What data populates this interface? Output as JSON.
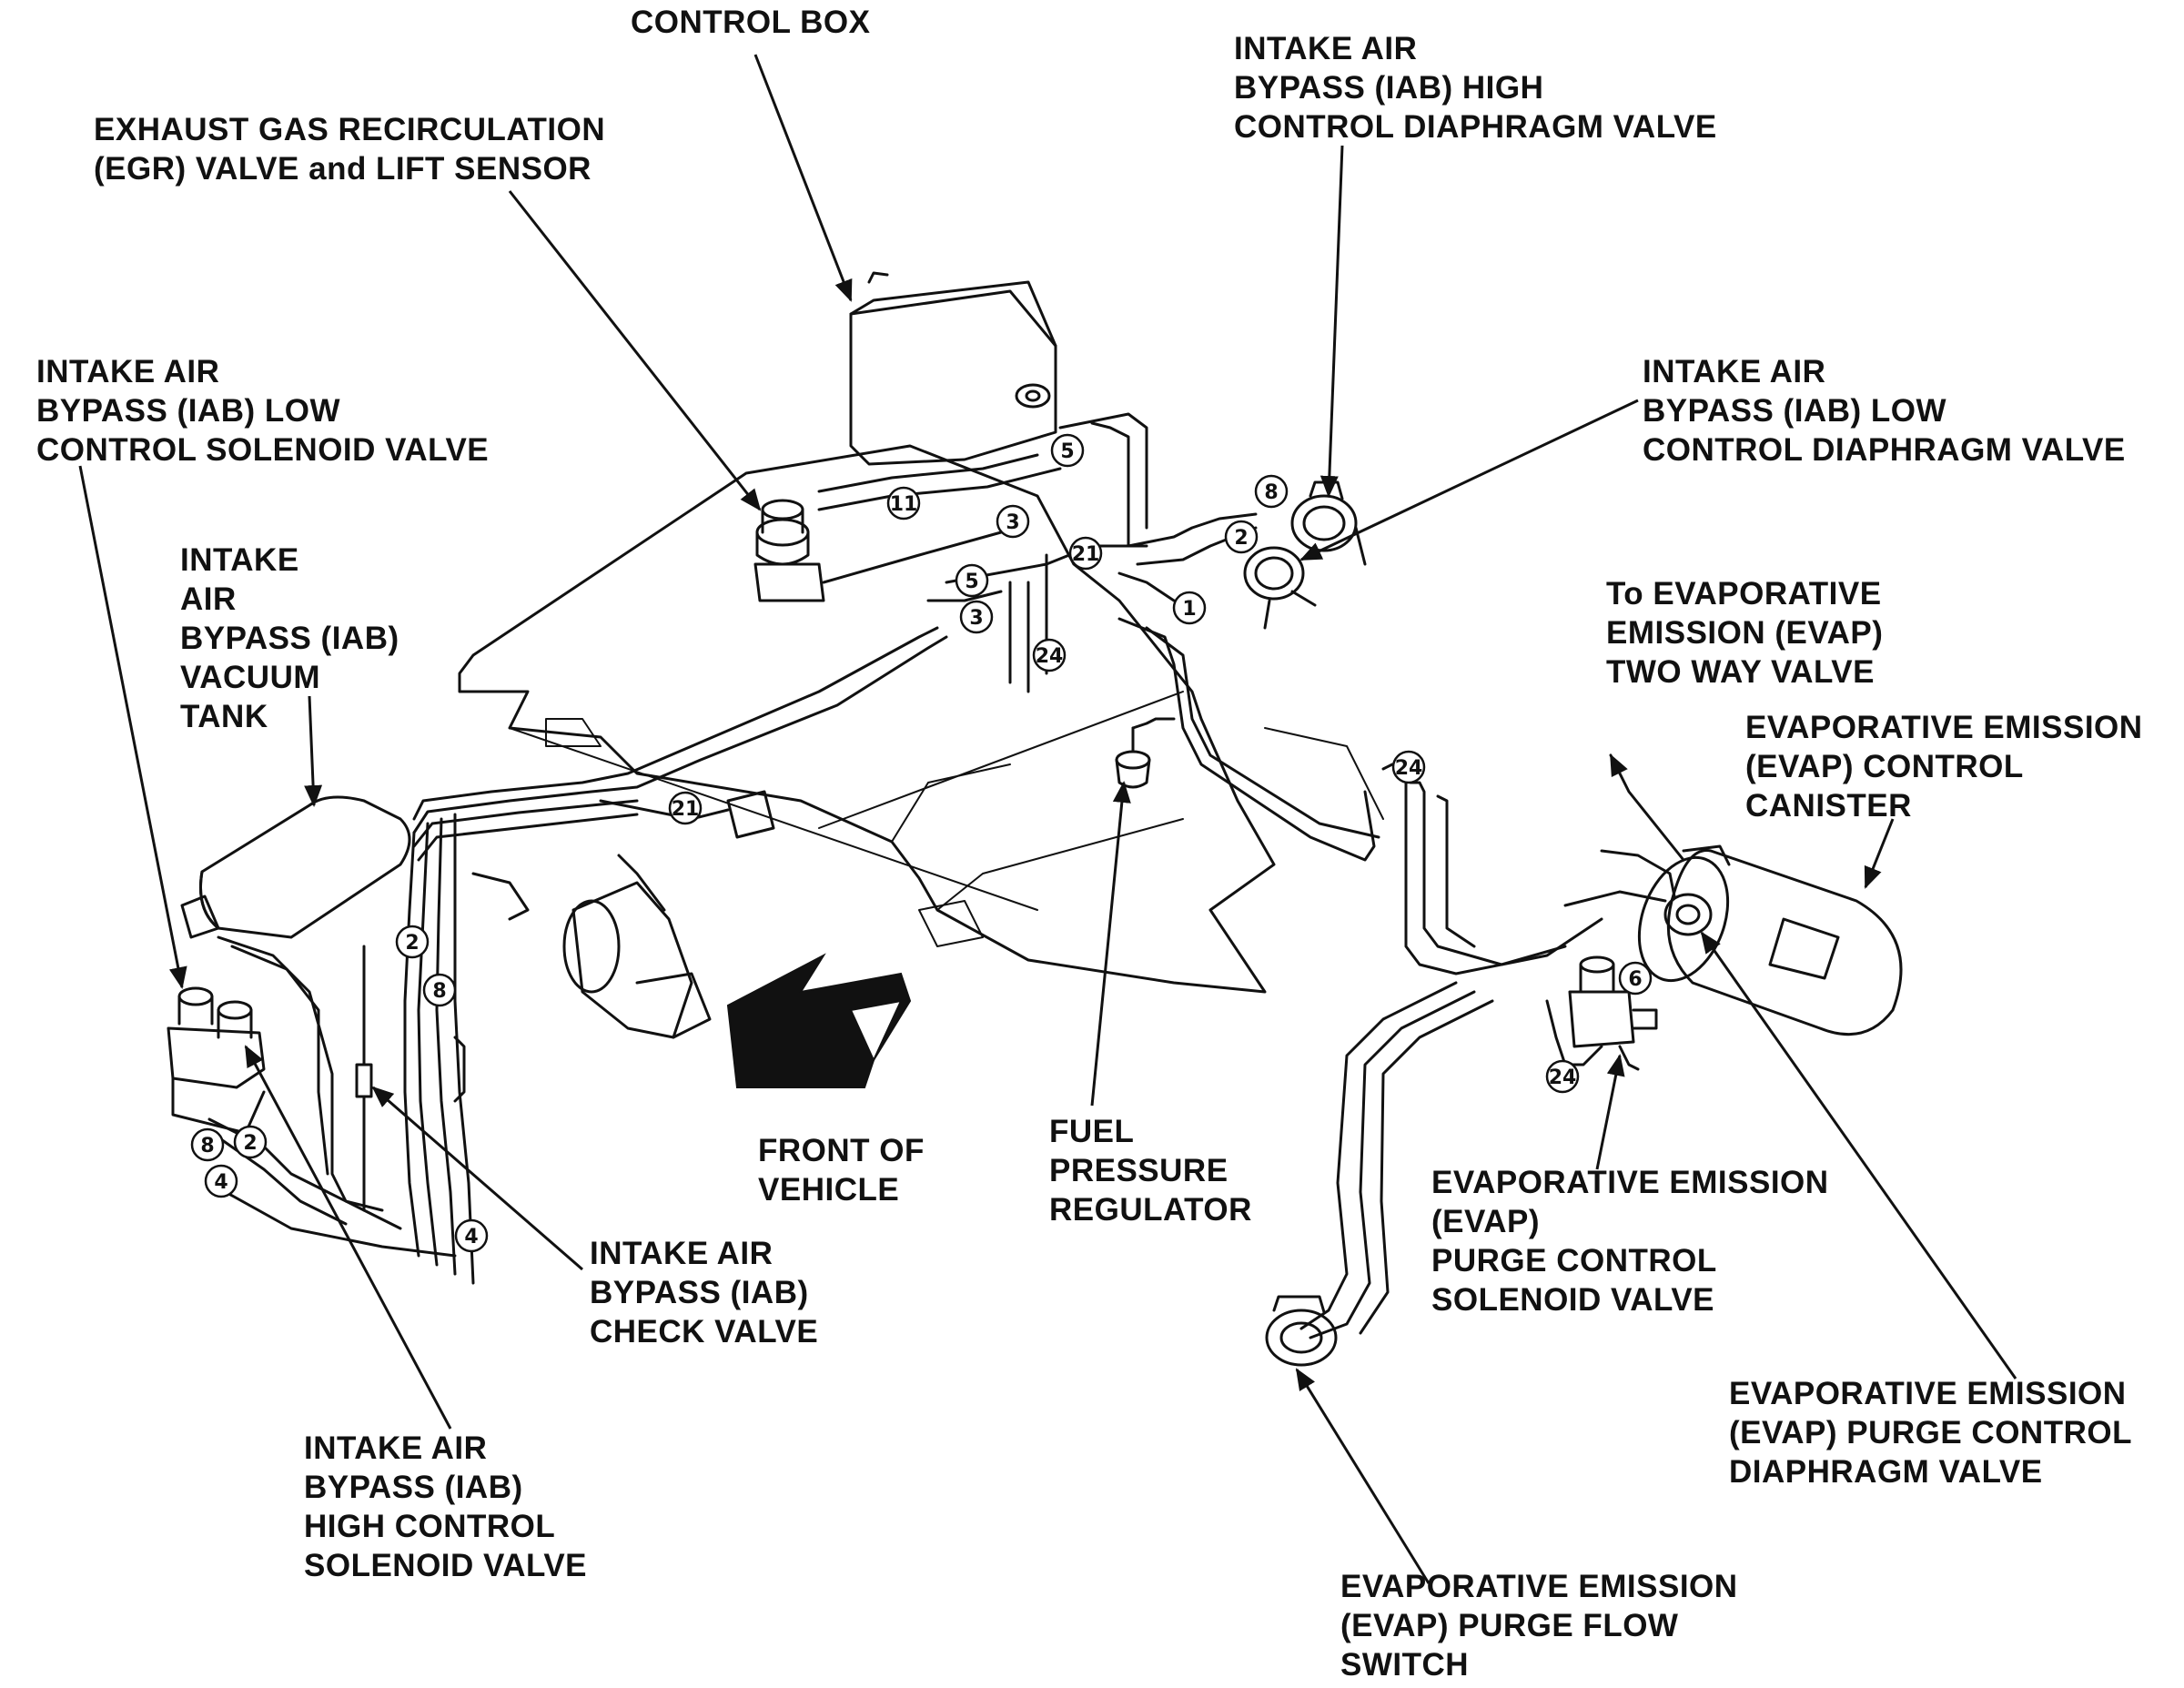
{
  "colors": {
    "ink": "#111111",
    "paper": "#ffffff"
  },
  "labels": {
    "control_box": [
      "CONTROL BOX"
    ],
    "egr_valve": [
      "EXHAUST GAS RECIRCULATION",
      "(EGR) VALVE and LIFT SENSOR"
    ],
    "iab_low_solenoid": [
      "INTAKE AIR",
      "BYPASS (IAB) LOW",
      "CONTROL SOLENOID VALVE"
    ],
    "iab_vacuum_tank": [
      "INTAKE",
      "AIR",
      "BYPASS (IAB)",
      "VACUUM",
      "TANK"
    ],
    "iab_high_diaphragm": [
      "INTAKE AIR",
      "BYPASS (IAB) HIGH",
      "CONTROL DIAPHRAGM VALVE"
    ],
    "iab_low_diaphragm": [
      "INTAKE AIR",
      "BYPASS (IAB) LOW",
      "CONTROL DIAPHRAGM VALVE"
    ],
    "evap_two_way": [
      "To EVAPORATIVE",
      "EMISSION (EVAP)",
      "TWO WAY VALVE"
    ],
    "evap_canister": [
      "EVAPORATIVE EMISSION",
      "(EVAP) CONTROL",
      "CANISTER"
    ],
    "front_of_vehicle": [
      "FRONT OF",
      "VEHICLE"
    ],
    "fuel_pressure_regulator": [
      "FUEL",
      "PRESSURE",
      "REGULATOR"
    ],
    "iab_check_valve": [
      "INTAKE AIR",
      "BYPASS (IAB)",
      "CHECK VALVE"
    ],
    "iab_high_solenoid": [
      "INTAKE AIR",
      "BYPASS (IAB)",
      "HIGH CONTROL",
      "SOLENOID VALVE"
    ],
    "evap_purge_solenoid": [
      "EVAPORATIVE EMISSION",
      "(EVAP)",
      "PURGE CONTROL",
      "SOLENOID VALVE"
    ],
    "evap_purge_diaphragm": [
      "EVAPORATIVE EMISSION",
      "(EVAP) PURGE CONTROL",
      "DIAPHRAGM VALVE"
    ],
    "evap_purge_flow_switch": [
      "EVAPORATIVE EMISSION",
      "(EVAP) PURGE FLOW",
      "SWITCH"
    ]
  },
  "hose_numbers": [
    "11",
    "5",
    "3",
    "21",
    "5",
    "3",
    "24",
    "1",
    "8",
    "2",
    "21",
    "2",
    "8",
    "8",
    "2",
    "4",
    "4",
    "24",
    "6",
    "24"
  ]
}
